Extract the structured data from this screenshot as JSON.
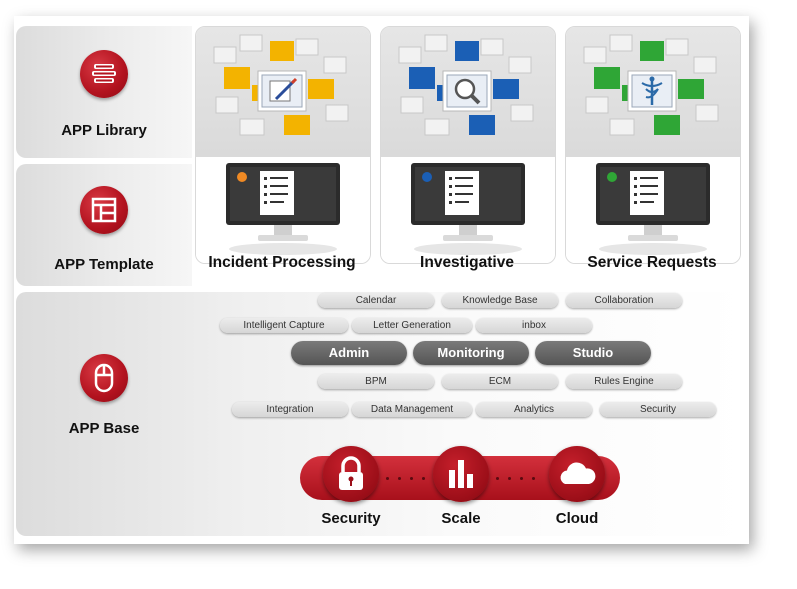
{
  "rows": {
    "library": {
      "label": "APP Library",
      "icon": "books-icon"
    },
    "template": {
      "label": "APP Template",
      "icon": "layout-icon"
    },
    "base": {
      "label": "APP Base",
      "icon": "mouse-icon"
    }
  },
  "apps": [
    {
      "title": "Incident Processing",
      "accent": "#f3b300",
      "icon": "pencil-document-icon"
    },
    {
      "title": "Investigative",
      "accent": "#1b5fb5",
      "icon": "magnifier-icon"
    },
    {
      "title": "Service Requests",
      "accent": "#2fa636",
      "icon": "caduceus-icon"
    }
  ],
  "modules": {
    "row1": [
      "Calendar",
      "Knowledge Base",
      "Collaboration"
    ],
    "row2": [
      "Intelligent Capture",
      "Letter Generation",
      "inbox"
    ],
    "core": [
      "Admin",
      "Monitoring",
      "Studio"
    ],
    "row4": [
      "BPM",
      "ECM",
      "Rules Engine"
    ],
    "row5": [
      "Integration",
      "Data Management",
      "Analytics",
      "Security"
    ]
  },
  "platform": [
    {
      "label": "Security",
      "icon": "padlock-icon"
    },
    {
      "label": "Scale",
      "icon": "bar-chart-icon"
    },
    {
      "label": "Cloud",
      "icon": "cloud-icon"
    }
  ],
  "colors": {
    "brand_red": "#b2121e",
    "dark_pill": "#5f5f5f"
  }
}
